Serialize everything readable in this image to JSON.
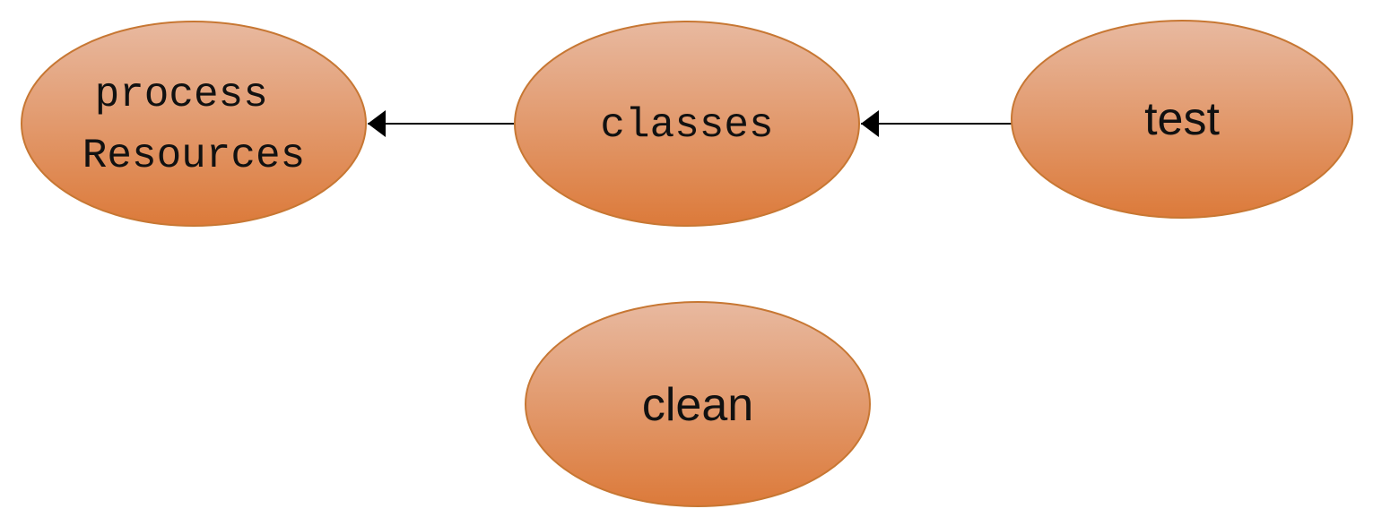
{
  "nodes": {
    "process_resources": {
      "line1": "process",
      "line2": "Resources"
    },
    "classes": {
      "label": "classes"
    },
    "test": {
      "label": "test"
    },
    "clean": {
      "label": "clean"
    }
  },
  "edges": [
    {
      "from": "classes",
      "to": "process_resources"
    },
    {
      "from": "test",
      "to": "classes"
    }
  ],
  "colors": {
    "node_fill_top": "#e8b9a0",
    "node_fill_bottom": "#dc7a3a",
    "node_stroke": "#c77733",
    "edge": "#000000"
  }
}
